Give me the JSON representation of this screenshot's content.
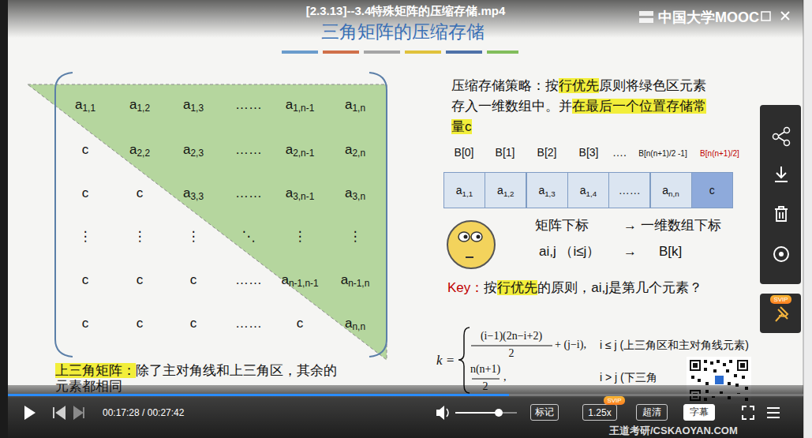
{
  "diagram": {
    "title": "三角矩阵的压缩存储",
    "nodes": [
      {
        "text": [
          "a1,1"
        ]
      },
      {
        "text": [
          "a1,2"
        ]
      },
      {
        "text": [
          "a1,3"
        ]
      },
      {
        "text": [
          "a1,4"
        ]
      },
      {
        "text": [
          "……"
        ]
      },
      {
        "text": [
          "an,n"
        ]
      },
      {
        "text": [
          "c"
        ]
      },
      {
        "text": [
          "标记"
        ]
      },
      {
        "text": [
          "1.25x"
        ]
      },
      {
        "text": [
          "SVIP"
        ]
      },
      {
        "text": [
          "超清"
        ]
      },
      {
        "text": [
          "字幕"
        ]
      },
      {
        "text": [
          "SVIP"
        ]
      }
    ],
    "labels": [
      "[2.3.13]--3.4特殊矩阵的压缩存储.mp4",
      "中国大学MOOC",
      "a1,1",
      "a1,2",
      "a1,3",
      "……",
      "a1,n-1",
      "a1,n",
      "c",
      "a2,2",
      "a2,3",
      "……",
      "a2,n-1",
      "a2,n",
      "c",
      "c",
      "a3,3",
      "……",
      "a3,n-1",
      "a3,n",
      "⋮",
      "⋮",
      "⋮",
      "⋱",
      "⋮",
      "⋮",
      "c",
      "c",
      "c",
      "……",
      "an-1,n-1",
      "an-1,n",
      "c",
      "c",
      "c",
      "……",
      "c",
      "an,n",
      "压缩存储策略：按",
      "行优先",
      "原则将绿色区元素存入一维数组中。并",
      "在最后一个位置存储常量c",
      "B[0]",
      "B[1]",
      "B[2]",
      "B[3]",
      "….",
      "B[n(n+1)/2 -1]",
      "B[n(n+1)/2]",
      "矩阵下标",
      "→ 一维数组下标",
      "ai,j （i≤j）",
      "→",
      "B[k]",
      "Key：",
      "按",
      "行优先",
      "的原则，ai,j是第几个元素？",
      "k =",
      "(i−1)(2n−i+2)",
      "2",
      "+ (j−i),",
      "i ≤ j (上三角区和主对角线元素)",
      "n(n+1)",
      "2",
      ",",
      "i > j (下三角",
      "上三角矩阵：",
      "除了主对角线和上三角区，其余的元素都相同",
      "王道考研/CSKAOYAN.COM",
      "00:17:28 / 00:27:42"
    ]
  }
}
